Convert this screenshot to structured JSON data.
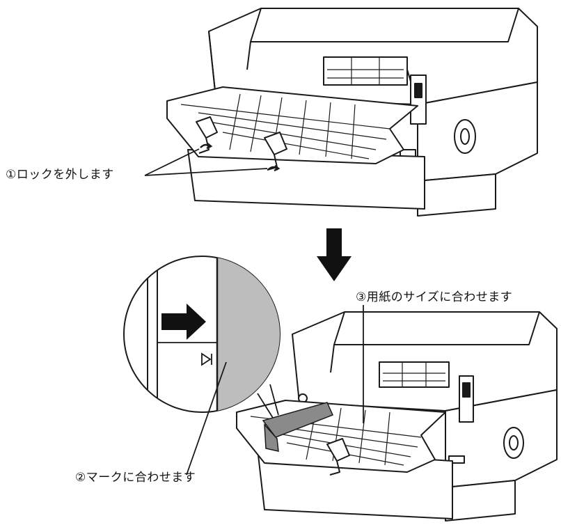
{
  "figure": {
    "steps": [
      {
        "number": 1,
        "text": "①ロックを外します"
      },
      {
        "number": 2,
        "text": "②マークに合わせます"
      },
      {
        "number": 3,
        "text": "③用紙のサイズに合わせます"
      }
    ],
    "icons": [
      "printer-illustration",
      "down-arrow-icon",
      "right-arrow-icon",
      "triangle-mark-icon",
      "lock-lever-icon"
    ],
    "colors": {
      "line": "#1a1a1a",
      "highlight": "#bdbdbd",
      "guide-dark": "#8a8a8a",
      "background": "#ffffff"
    }
  }
}
